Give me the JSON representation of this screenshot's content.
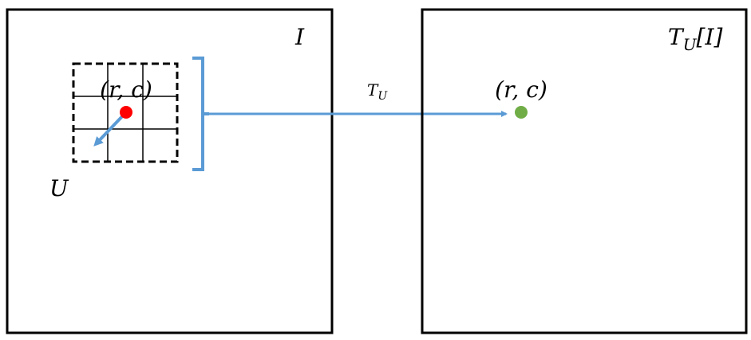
{
  "left_panel": {
    "label": "I",
    "point_label": "(r, c)",
    "neighborhood_label": "U"
  },
  "arrow": {
    "label_main": "T",
    "label_sub": "U"
  },
  "right_panel": {
    "label_main": "T",
    "label_sub": "U",
    "label_arg": "[I]",
    "point_label": "(r, c)"
  },
  "colors": {
    "frame": "#000000",
    "arrow": "#5b9bd5",
    "source_point": "#ff0000",
    "target_point": "#70ad47"
  }
}
